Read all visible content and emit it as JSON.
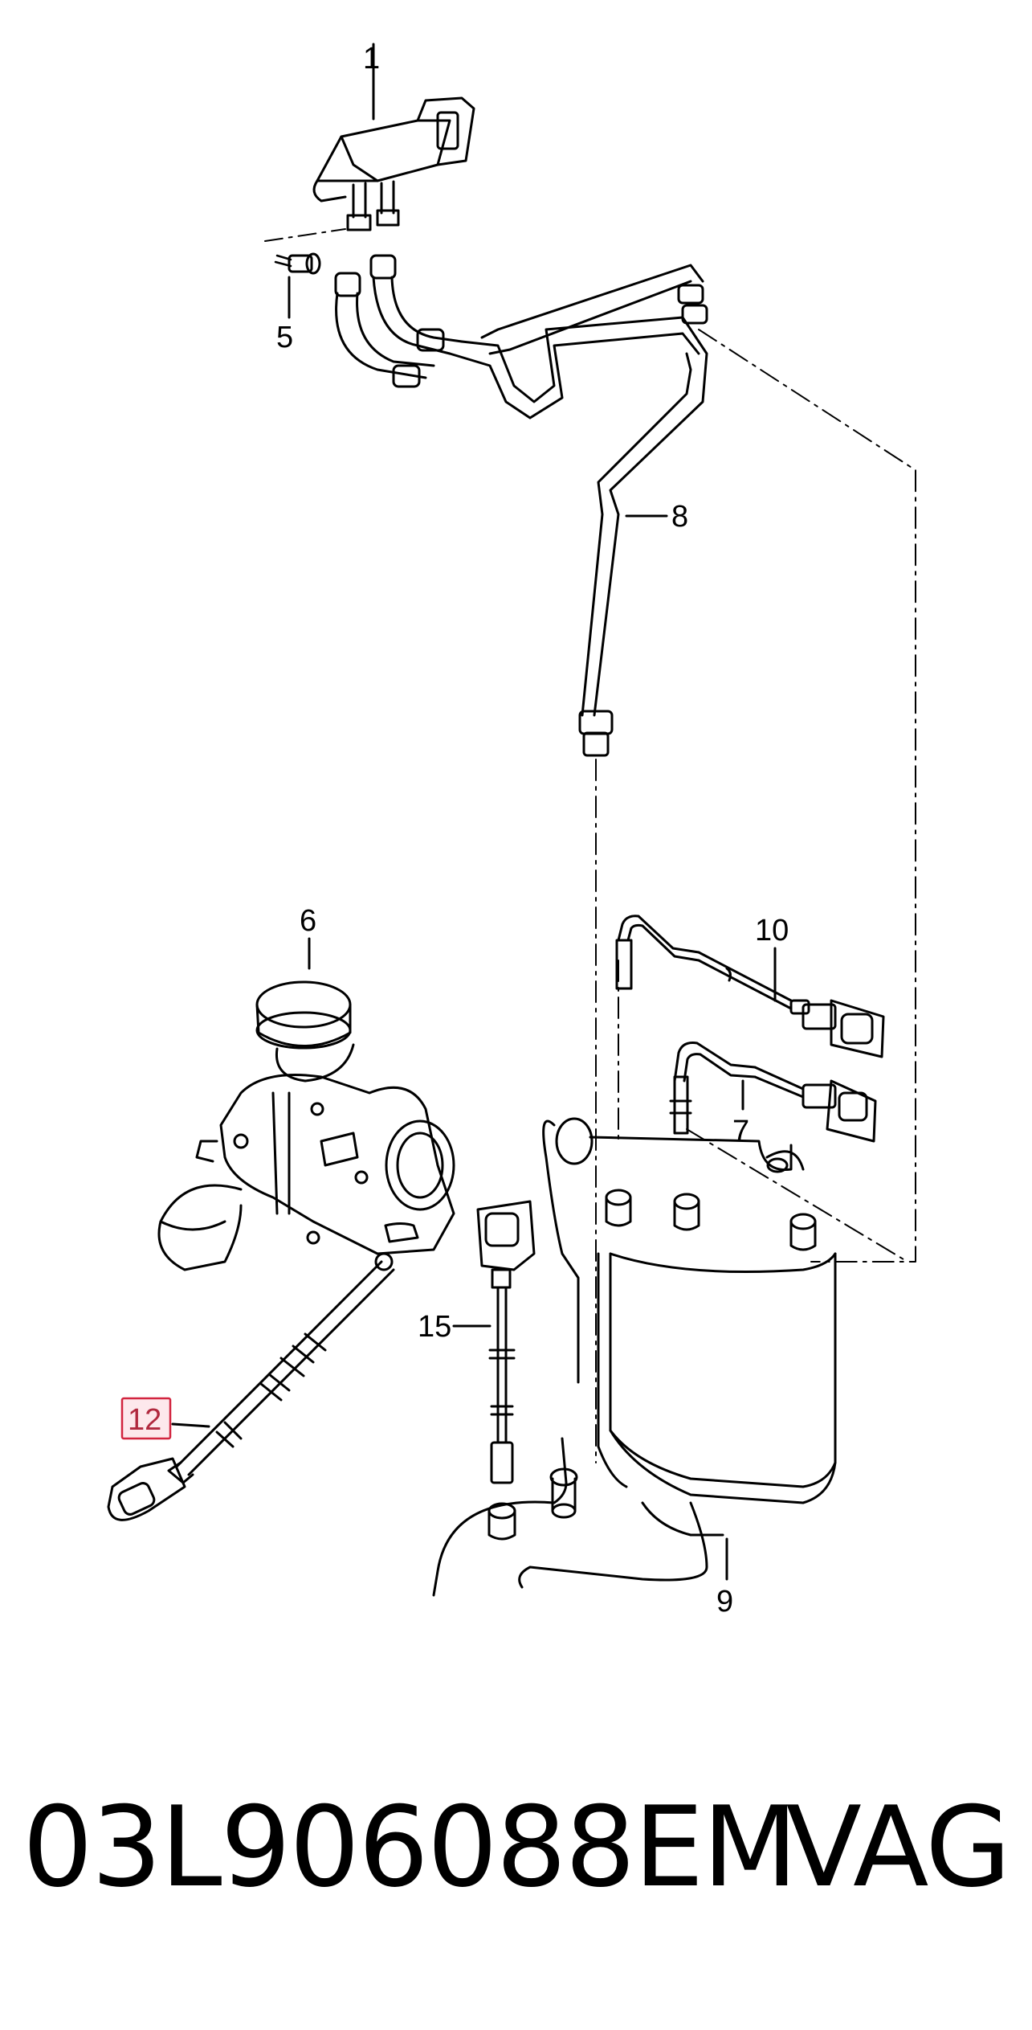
{
  "diagram": {
    "callouts": {
      "c1": "1",
      "c5": "5",
      "c8": "8",
      "c6": "6",
      "c10": "10",
      "c7": "7",
      "c15": "15",
      "c12": "12",
      "c9": "9"
    },
    "highlighted_callout": "12",
    "highlight_color": "#d2243f"
  },
  "footer": {
    "part_number": "03L906088EM",
    "brand": "VAG"
  }
}
